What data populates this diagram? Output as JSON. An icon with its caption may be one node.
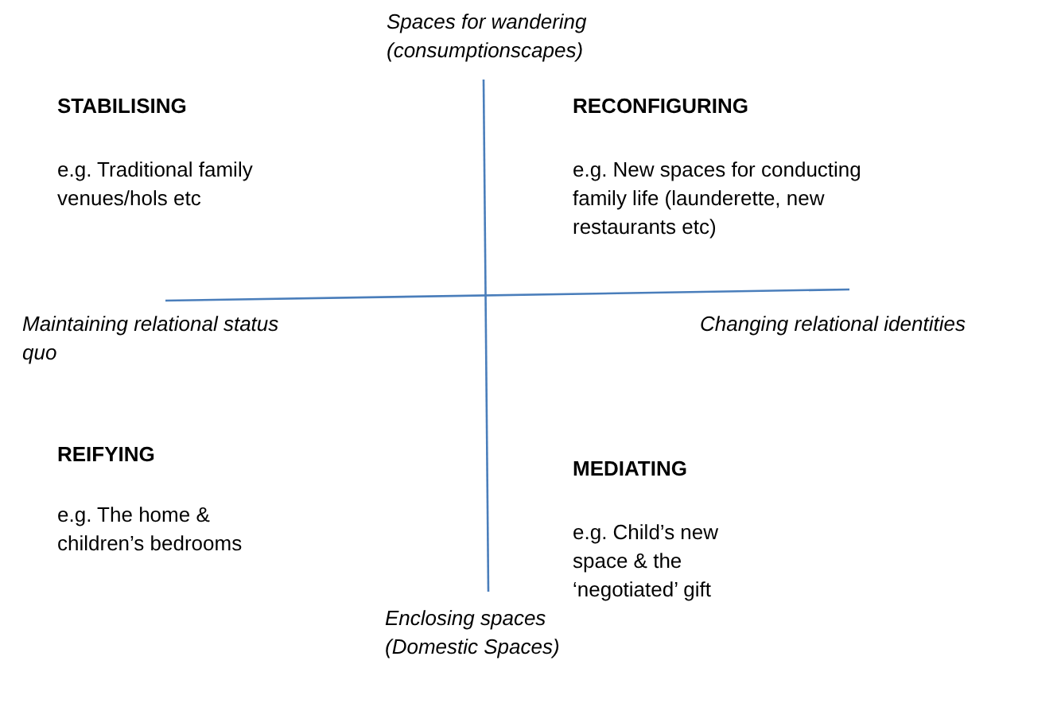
{
  "diagram": {
    "labels": [
      "Spaces for wandering (consumptionscapes)",
      "STABILISING",
      "RECONFIGURING",
      "e.g. Traditional family venues/hols etc",
      "e.g. New spaces for conducting family life (launderette, new restaurants etc)",
      "Maintaining relational status quo",
      "Changing relational identities",
      "REIFYING",
      "MEDIATING",
      "e.g. The home & children’s bedrooms",
      "e.g. Child’s new space & the ‘negotiated’ gift",
      "Enclosing spaces (Domestic Spaces)"
    ]
  }
}
